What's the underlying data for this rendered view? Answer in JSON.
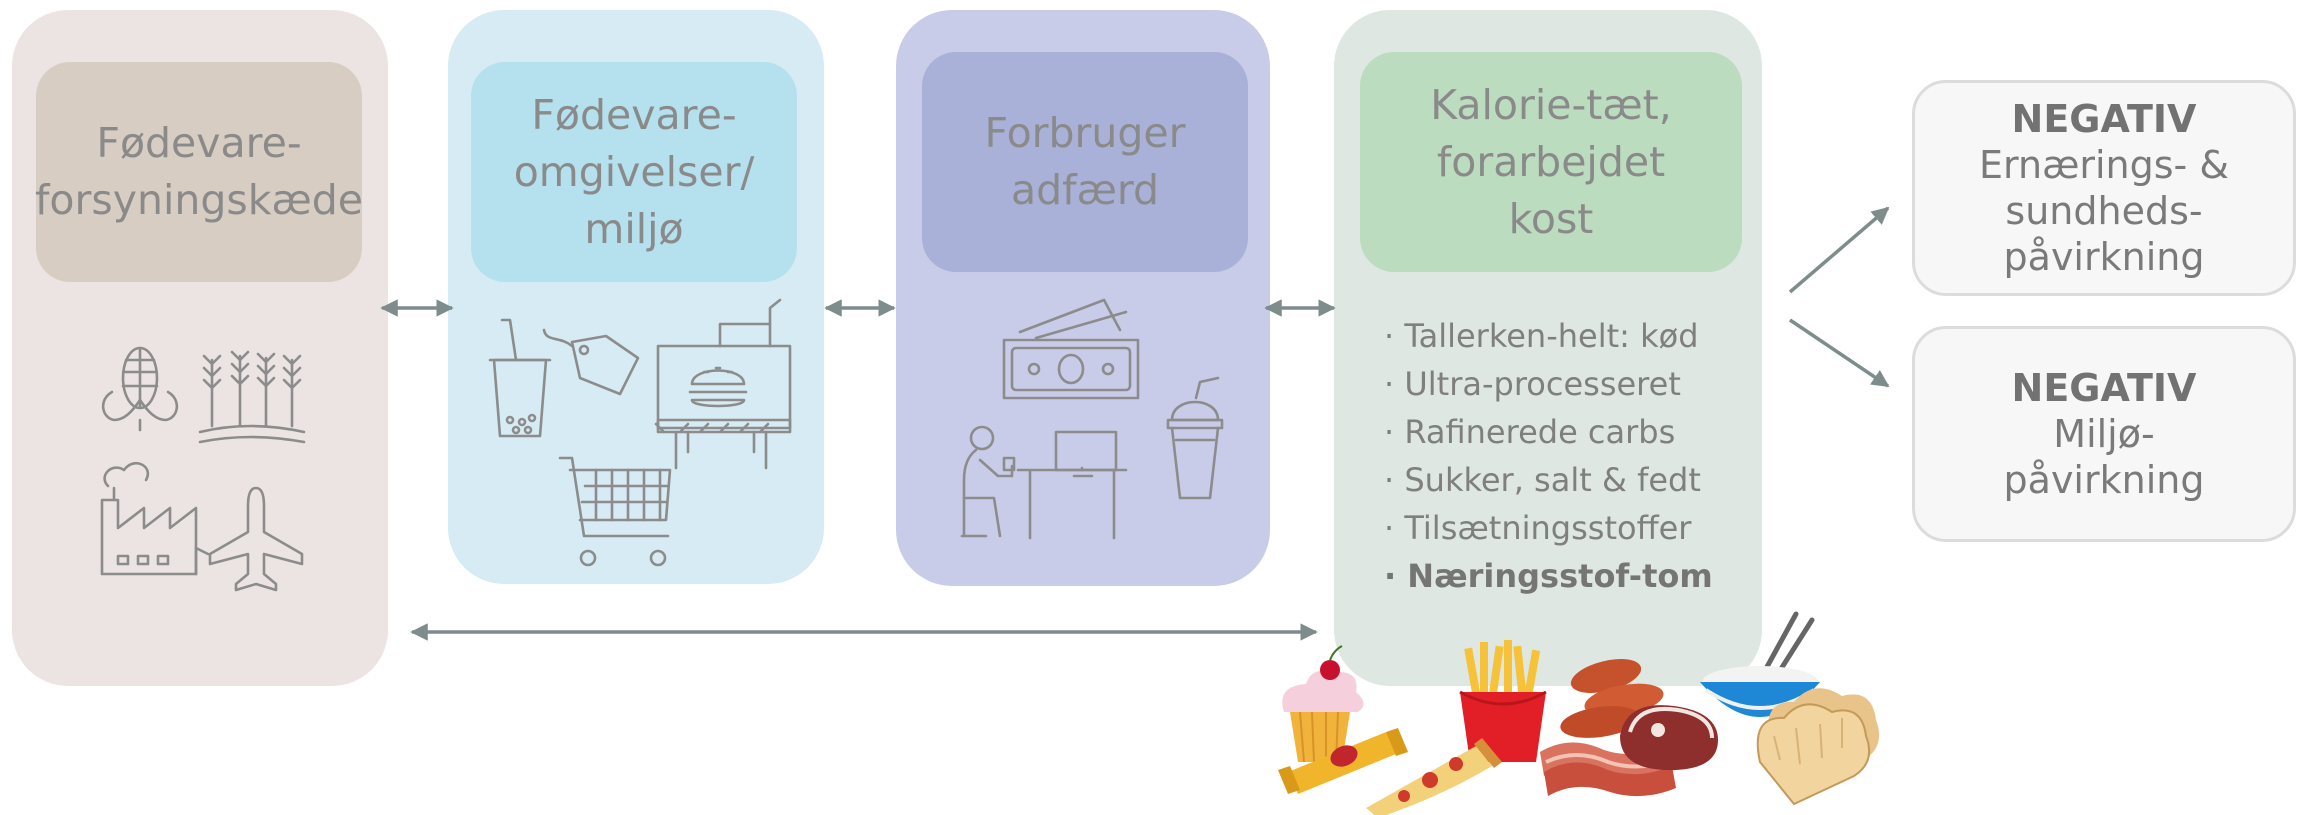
{
  "columns": [
    {
      "title_lines": [
        "Fødevare-",
        "forsyningskæde"
      ],
      "bg": "#ebe4e2",
      "inner_bg": "#d7cdc3"
    },
    {
      "title_lines": [
        "Fødevare-",
        "omgivelser/",
        "miljø"
      ],
      "bg": "#d6ebf3",
      "inner_bg": "#b5e0ee"
    },
    {
      "title_lines": [
        "Forbruger",
        "adfærd"
      ],
      "bg": "#c9cce8",
      "inner_bg": "#a9b1d8"
    },
    {
      "title_lines": [
        "Kalorie-tæt,",
        "forarbejdet",
        "kost"
      ],
      "bg": "#dee7e1",
      "inner_bg": "#bcdcbf"
    }
  ],
  "diet_items": [
    "· Tallerken-helt: kød",
    "· Ultra-processeret",
    "· Rafinerede carbs",
    "· Sukker, salt & fedt",
    "· Tilsætningsstoffer",
    "· Næringsstof-tom"
  ],
  "outcomes": [
    {
      "heading": "NEGATIV",
      "lines": [
        "Ernærings- &",
        "sundheds-",
        "påvirkning"
      ]
    },
    {
      "heading": "NEGATIV",
      "lines": [
        "Miljø-",
        "påvirkning"
      ]
    }
  ],
  "icons": {
    "supply_chain": [
      "corn-icon",
      "wheat-field-icon",
      "factory-icon",
      "airplane-icon"
    ],
    "food_environment": [
      "bubble-tea-icon",
      "price-tag-icon",
      "billboard-burger-icon",
      "shopping-cart-icon"
    ],
    "consumer": [
      "banknotes-icon",
      "person-at-computer-icon",
      "soda-cup-icon"
    ],
    "foods": [
      "cupcake",
      "candy-bar",
      "pizza-slice",
      "french-fries",
      "sausages",
      "bacon",
      "steak",
      "rice-bowl",
      "sliced-bread"
    ]
  },
  "colors": {
    "arrow": "#7f8c8c",
    "icon_stroke": "#8c8c8c",
    "text": "#8a8a8a"
  }
}
